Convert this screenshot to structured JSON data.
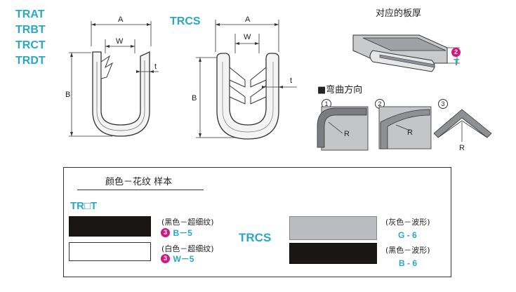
{
  "left_series": [
    "TRAT",
    "TRBT",
    "TRCT",
    "TRDT"
  ],
  "trcs_title": "TRCS",
  "dims": {
    "a": "A",
    "w": "W",
    "b": "B",
    "t": "t",
    "r": "R",
    "t_upper": "T"
  },
  "plate_title": "对应的板厚",
  "plate_marker": "2",
  "bend_title": "■弯曲方向",
  "bend_nums": [
    "1",
    "2",
    "3"
  ],
  "legend": {
    "title": "颜色－花纹  样本",
    "group_left": "TR□T",
    "group_right": "TRCS",
    "items_left": [
      {
        "desc": "(黑色－超细纹)",
        "marker": "3",
        "code": "B－5",
        "color": "#1a1614"
      },
      {
        "desc": "(白色－超细纹)",
        "marker": "3",
        "code": "W－5",
        "color": "#ffffff"
      }
    ],
    "items_right": [
      {
        "desc": "(灰色－波形)",
        "code": "G - 6",
        "color": "#b9bcc0"
      },
      {
        "desc": "(黑色－波形)",
        "code": "B - 6",
        "color": "#1a1614"
      }
    ]
  }
}
